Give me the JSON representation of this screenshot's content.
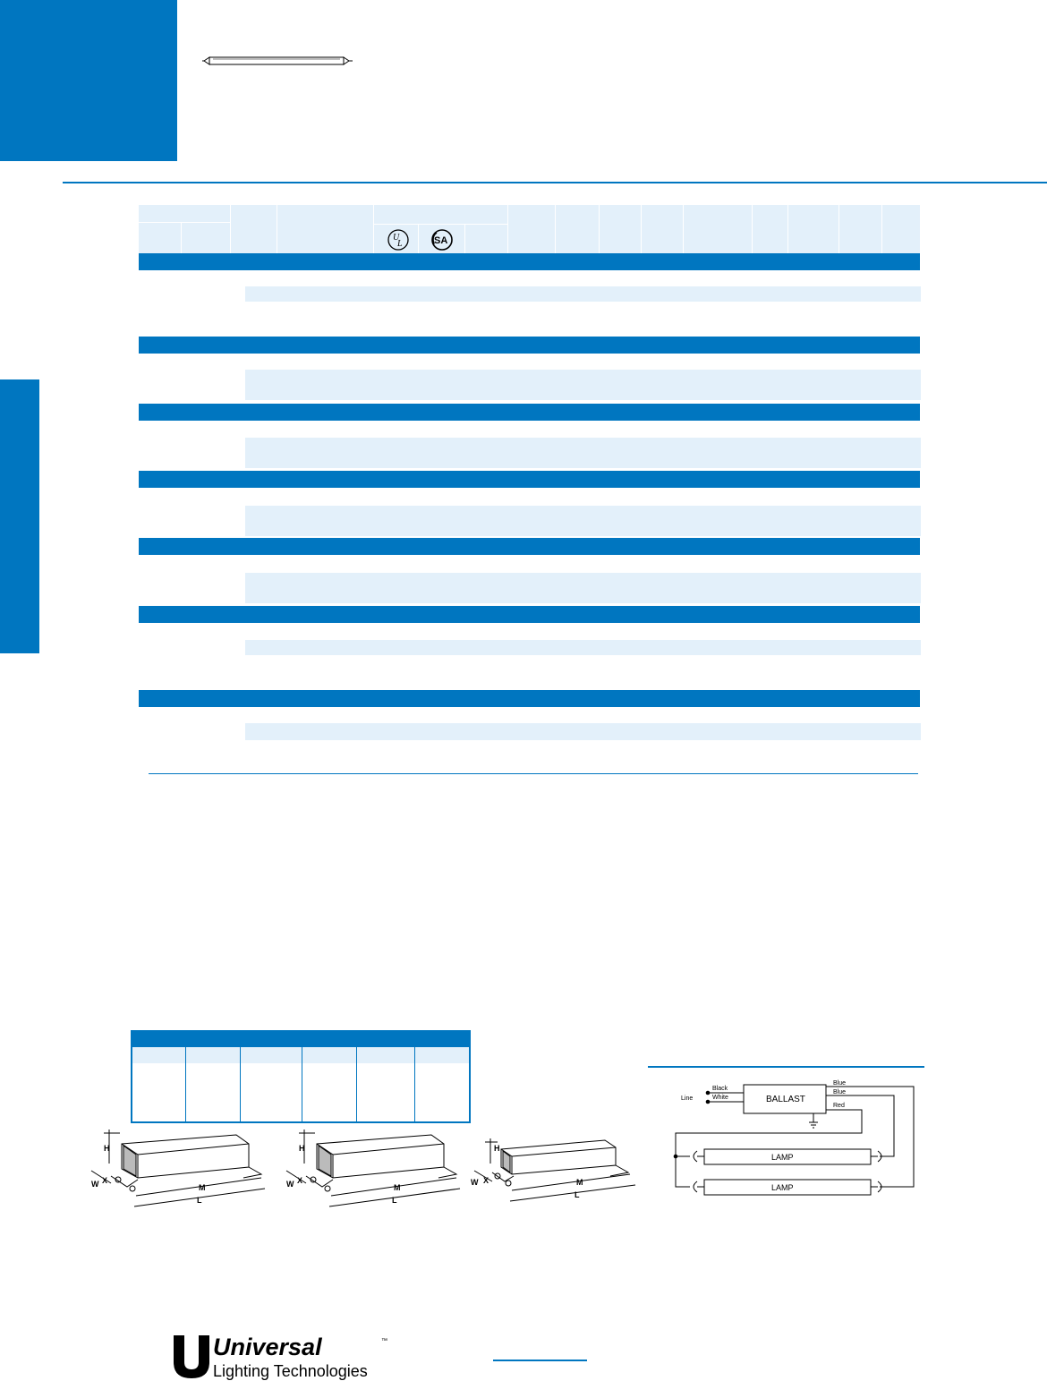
{
  "certification_icons": [
    "ul-listed-icon",
    "csa-certified-icon"
  ],
  "colors": {
    "accent": "#0076c0",
    "light_fill": "#e3f0fa"
  },
  "wiring": {
    "line_label": "Line",
    "black_label": "Black",
    "white_label": "White",
    "ballast_label": "BALLAST",
    "blue_top_label": "Blue",
    "blue_mid_label": "Blue",
    "red_label": "Red",
    "lamp1_label": "LAMP",
    "lamp2_label": "LAMP"
  },
  "dimension_labels": {
    "h": "H",
    "w": "W",
    "x": "X",
    "m": "M",
    "l": "L"
  },
  "logo": {
    "name": "Universal",
    "tm": "™",
    "tagline": "Lighting Technologies"
  }
}
